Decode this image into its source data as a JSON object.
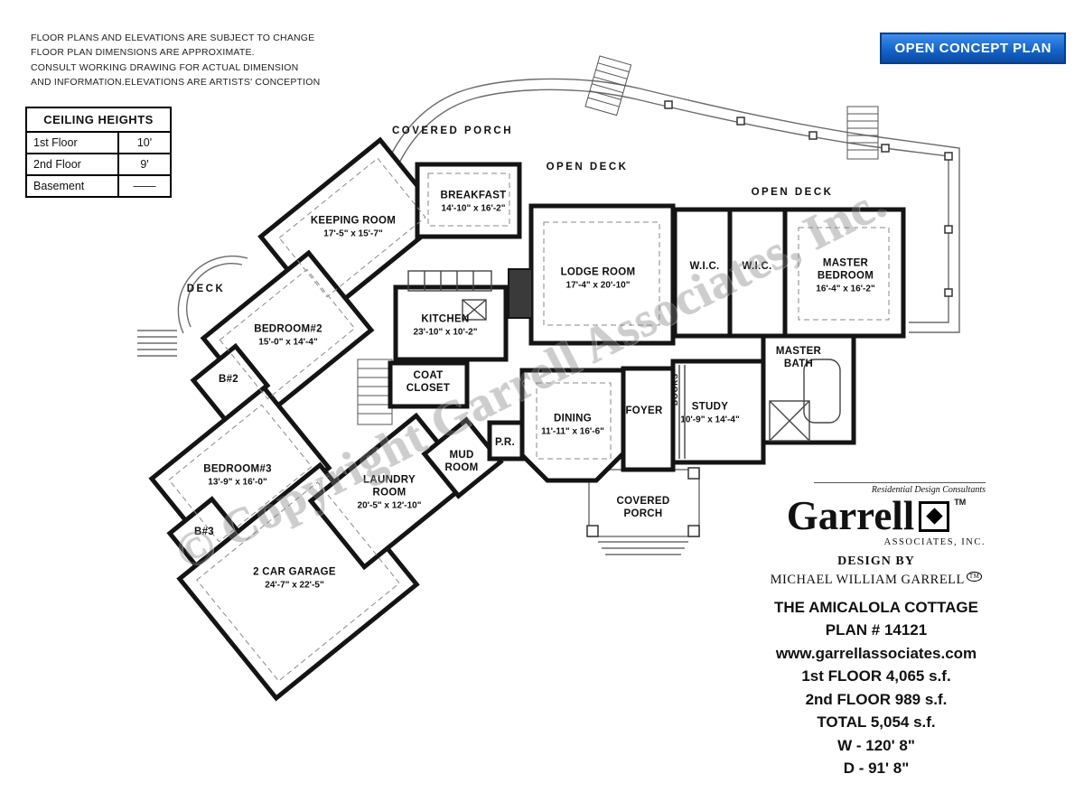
{
  "page": {
    "disclaimer": [
      "FLOOR PLANS AND ELEVATIONS ARE SUBJECT TO CHANGE",
      "FLOOR PLAN DIMENSIONS ARE APPROXIMATE.",
      "CONSULT WORKING DRAWING FOR ACTUAL DIMENSION",
      "AND INFORMATION.ELEVATIONS ARE ARTISTS' CONCEPTION"
    ],
    "badge": "OPEN CONCEPT PLAN",
    "badge_color": "#1565cc",
    "watermark": "© Copyright Garrell Associates, Inc."
  },
  "ceiling_heights": {
    "title": "CEILING HEIGHTS",
    "rows": [
      {
        "label": "1st Floor",
        "value": "10'"
      },
      {
        "label": "2nd Floor",
        "value": "9'"
      },
      {
        "label": "Basement",
        "value": "——"
      }
    ]
  },
  "rooms": [
    {
      "name": "COVERED PORCH",
      "dims": ""
    },
    {
      "name": "OPEN DECK",
      "dims": ""
    },
    {
      "name": "OPEN DECK",
      "dims": ""
    },
    {
      "name": "BREAKFAST",
      "dims": "14'-10\" x 16'-2\""
    },
    {
      "name": "KEEPING ROOM",
      "dims": "17'-5\" x 15'-7\""
    },
    {
      "name": "DECK",
      "dims": ""
    },
    {
      "name": "MASTER BEDROOM",
      "dims": "16'-4\" x 16'-2\""
    },
    {
      "name": "LODGE ROOM",
      "dims": "17'-4\" x 20'-10\""
    },
    {
      "name": "W.I.C.",
      "dims": ""
    },
    {
      "name": "W.I.C.",
      "dims": ""
    },
    {
      "name": "BEDROOM#2",
      "dims": "15'-0\" x 14'-4\""
    },
    {
      "name": "KITCHEN",
      "dims": "23'-10\" x 10'-2\""
    },
    {
      "name": "B#2",
      "dims": ""
    },
    {
      "name": "COAT CLOSET",
      "dims": ""
    },
    {
      "name": "MASTER BATH",
      "dims": ""
    },
    {
      "name": "DINING",
      "dims": "11'-11\" x 16'-6\""
    },
    {
      "name": "FOYER",
      "dims": ""
    },
    {
      "name": "STUDY",
      "dims": "10'-9\" x 14'-4\""
    },
    {
      "name": "BOOKS",
      "dims": ""
    },
    {
      "name": "BEDROOM#3",
      "dims": "13'-9\" x 16'-0\""
    },
    {
      "name": "MUD ROOM",
      "dims": ""
    },
    {
      "name": "P.R.",
      "dims": ""
    },
    {
      "name": "LAUNDRY ROOM",
      "dims": "20'-5\" x 12'-10\""
    },
    {
      "name": "B#3",
      "dims": ""
    },
    {
      "name": "2 CAR GARAGE",
      "dims": "24'-7\" x 22'-5\""
    },
    {
      "name": "COVERED PORCH",
      "dims": ""
    }
  ],
  "branding": {
    "consultants": "Residential Design Consultants",
    "logo_text": "Garrell",
    "logo_tm": "TM",
    "associates": "ASSOCIATES, INC.",
    "design_by": "DESIGN BY",
    "designer": "MICHAEL WILLIAM GARRELL",
    "designer_tm": "TM",
    "plan_name": "THE AMICALOLA COTTAGE",
    "plan_number": "PLAN # 14121",
    "website": "www.garrellassociates.com",
    "floor1": "1st FLOOR  4,065 s.f.",
    "floor2": "2nd FLOOR 989 s.f.",
    "total": "TOTAL 5,054 s.f.",
    "width_line": "W - 120' 8\"",
    "depth_line": "D -  91' 8\""
  }
}
